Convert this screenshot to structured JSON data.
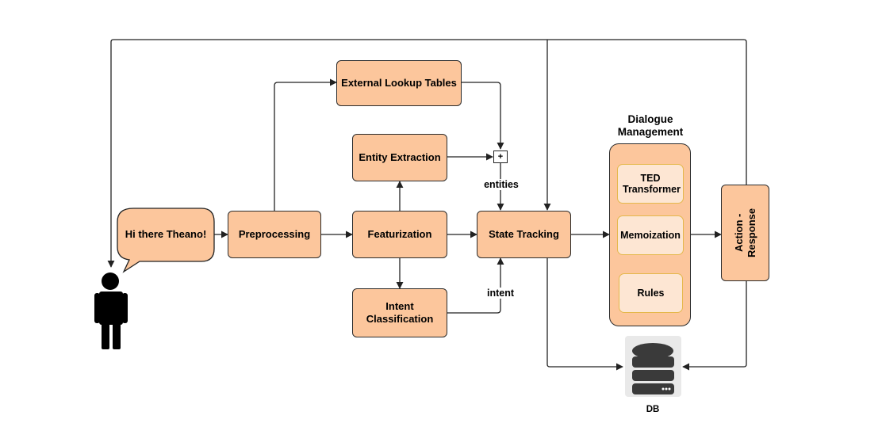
{
  "colors": {
    "box_fill": "#fcc69c",
    "inner_fill": "#fde6d3",
    "inner_border": "#e5b84b",
    "line": "#222222",
    "db_icon": "#3a3a3a"
  },
  "speech": "Hi there Theano!",
  "boxes": {
    "preprocessing": "Preprocessing",
    "external_lookup": "External Lookup Tables",
    "entity_extraction": "Entity Extraction",
    "featurization": "Featurization",
    "intent_classification": "Intent Classification",
    "state_tracking": "State Tracking",
    "action_response": "Action - Response"
  },
  "dialogue_management": {
    "title": "Dialogue Management",
    "items": [
      "TED Transformer",
      "Memoization",
      "Rules"
    ]
  },
  "labels": {
    "entities": "entities",
    "intent": "intent",
    "plus": "+",
    "db": "DB"
  },
  "icons": {
    "user": "person-icon",
    "database": "database-icon"
  }
}
